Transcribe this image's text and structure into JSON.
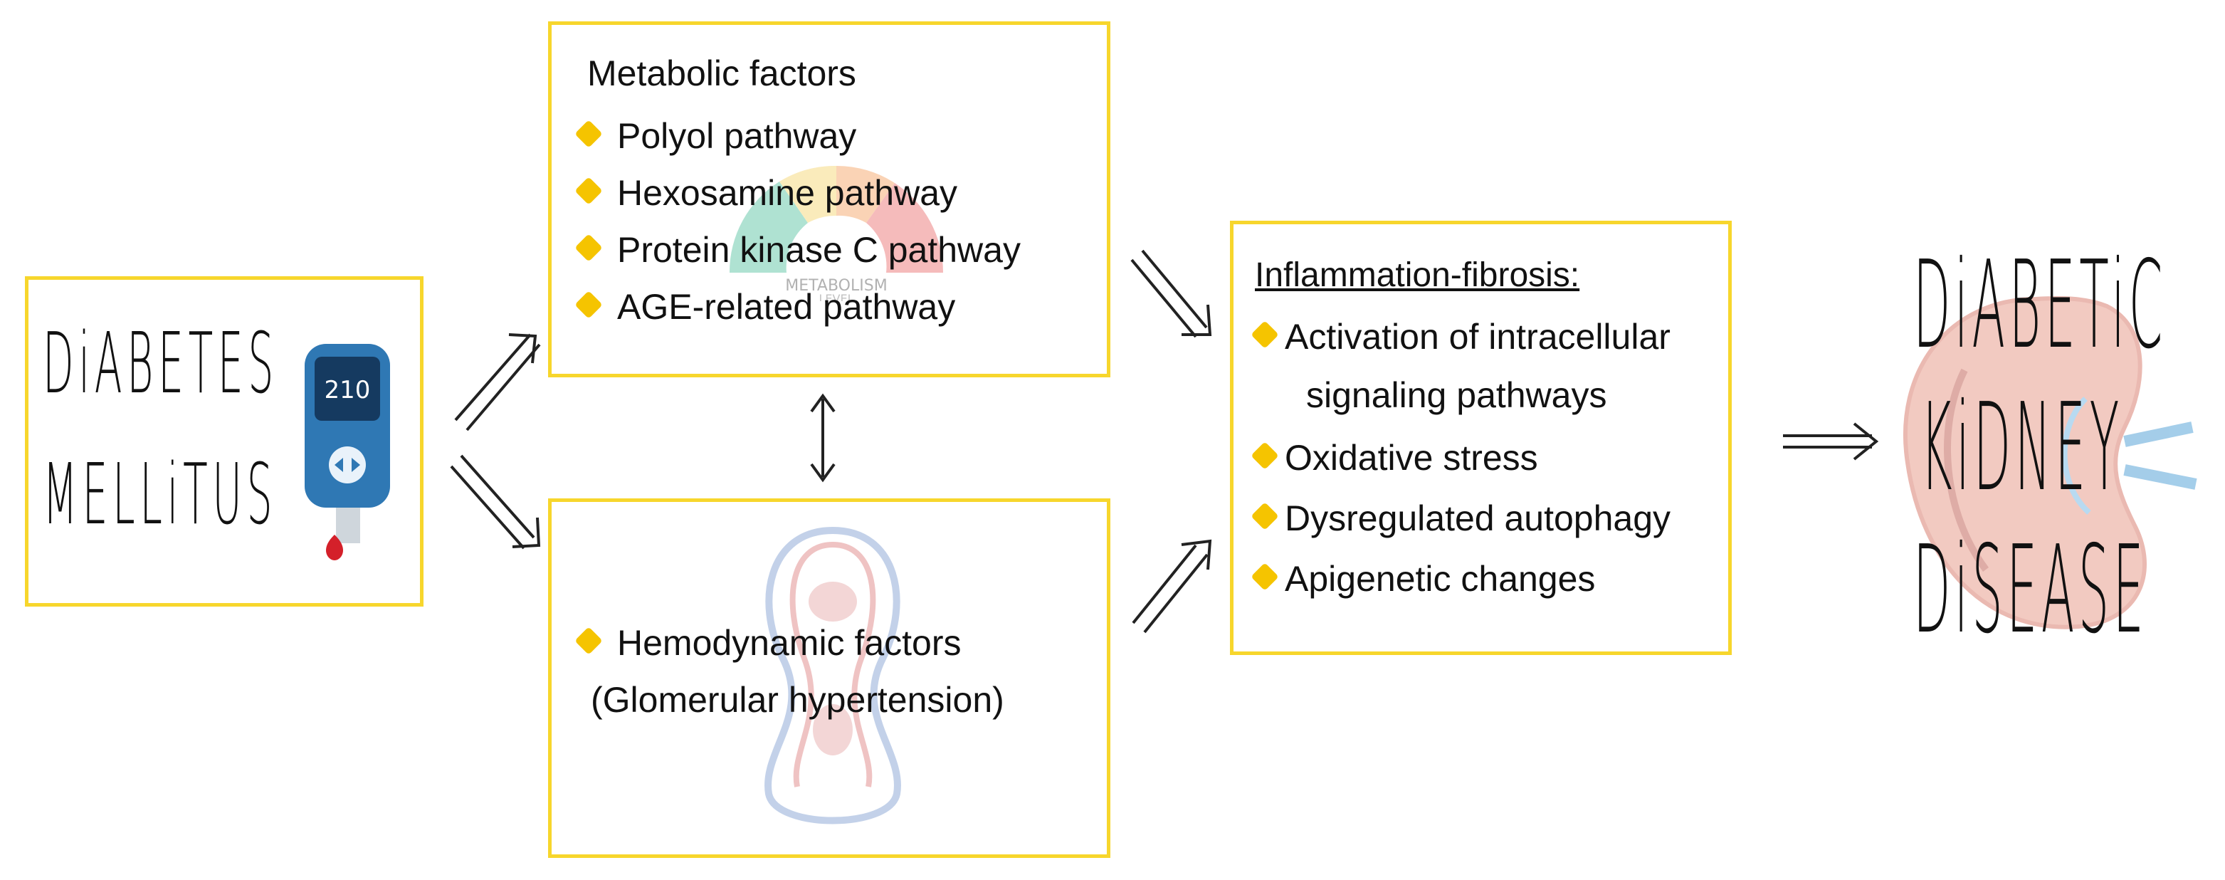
{
  "start": {
    "line1": "DiABETES",
    "line2": "MELLiTUS",
    "glucometer_reading": "210"
  },
  "metabolic": {
    "title": "Metabolic factors",
    "items": [
      "Polyol pathway",
      "Hexosamine pathway",
      "Protein kinase C pathway",
      "AGE-related pathway"
    ],
    "watermark_text": [
      "METABOLISM",
      "LEVEL"
    ]
  },
  "hemodynamic": {
    "line1": "Hemodynamic factors",
    "line2": "(Glomerular hypertension)"
  },
  "inflammation": {
    "title": "Inflammation-fibrosis:",
    "items": [
      {
        "line1": "Activation of intracellular",
        "line2": "signaling pathways"
      },
      {
        "line1": "Oxidative stress"
      },
      {
        "line1": "Dysregulated autophagy"
      },
      {
        "line1": "Apigenetic changes"
      }
    ]
  },
  "outcome": {
    "line1": "DiABETiC",
    "line2": "KiDNEY",
    "line3": "DiSEASE"
  },
  "colors": {
    "box_border": "#f7d62c",
    "bullet": "#f5c400",
    "arrow": "#222222",
    "blood_drop": "#d4202a",
    "meter_blue": "#2f78b4"
  }
}
